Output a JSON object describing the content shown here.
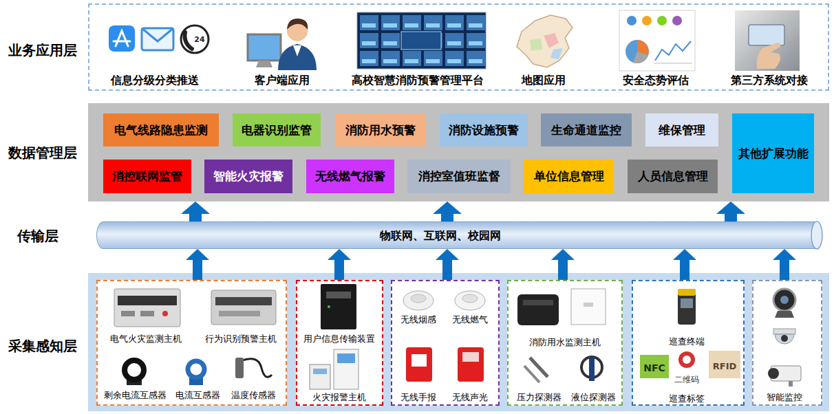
{
  "diagram": {
    "nodes": [
      {
        "text": [
          "业务应用层",
          "信息分级分类推送",
          "客户端应用",
          "高校智慧消防预警管理平台",
          "地图应用",
          "安全态势评估",
          "第三方系统对接"
        ]
      },
      {
        "text": [
          "数据管理层"
        ]
      },
      {
        "text": [
          "电气线路隐患监测"
        ],
        "in": 1
      },
      {
        "text": [
          "电器识别监管"
        ],
        "in": 1
      },
      {
        "text": [
          "消防用水预警"
        ],
        "in": 1
      },
      {
        "text": [
          "消防设施预警"
        ],
        "in": 1
      },
      {
        "text": [
          "生命通道监控"
        ],
        "in": 1
      },
      {
        "text": [
          "维保管理"
        ],
        "in": 1
      },
      {
        "text": [
          "其他扩展功能"
        ],
        "in": 1
      },
      {
        "text": [
          "消控联网监管"
        ],
        "in": 1
      },
      {
        "text": [
          "智能火灾报警"
        ],
        "in": 1
      },
      {
        "text": [
          "无线燃气报警"
        ],
        "in": 1
      },
      {
        "text": [
          "消控室值班监督"
        ],
        "in": 1
      },
      {
        "text": [
          "单位信息管理"
        ],
        "in": 1
      },
      {
        "text": [
          "人员信息管理"
        ],
        "in": 1
      },
      {
        "text": [
          "传输层",
          "物联网、互联网、校园网"
        ]
      },
      {
        "text": [
          "采集感知层"
        ]
      },
      {
        "text": [
          "电气火灾监测主机",
          "行为识别预警主机",
          "剩余电流互感器",
          "电流互感器",
          "温度传感器"
        ],
        "in": 16
      },
      {
        "text": [
          "用户信息传输装置",
          "火灾报警主机"
        ],
        "in": 16
      },
      {
        "text": [
          "无线烟感",
          "无线燃气",
          "无线手报",
          "无线声光"
        ],
        "in": 16
      },
      {
        "text": [
          "消防用水监测主机",
          "压力探测器",
          "液位探测器"
        ],
        "in": 16
      },
      {
        "text": [
          "巡查终端",
          "NFC",
          "二维码",
          "RFID",
          "巡查标签"
        ],
        "in": 16
      },
      {
        "text": [
          "智能监控"
        ],
        "in": 16
      }
    ],
    "edges": [
      {
        "from": 17,
        "to": 15,
        "arrow": "to"
      },
      {
        "from": 18,
        "to": 15,
        "arrow": "to"
      },
      {
        "from": 19,
        "to": 15,
        "arrow": "to"
      },
      {
        "from": 20,
        "to": 15,
        "arrow": "to"
      },
      {
        "from": 21,
        "to": 15,
        "arrow": "to"
      },
      {
        "from": 22,
        "to": 15,
        "arrow": "to"
      },
      {
        "from": 15,
        "to": 1,
        "arrow": "to"
      },
      {
        "from": 15,
        "to": 1,
        "arrow": "to"
      },
      {
        "from": 15,
        "to": 1,
        "arrow": "to"
      }
    ],
    "labels": [
      "24"
    ]
  }
}
